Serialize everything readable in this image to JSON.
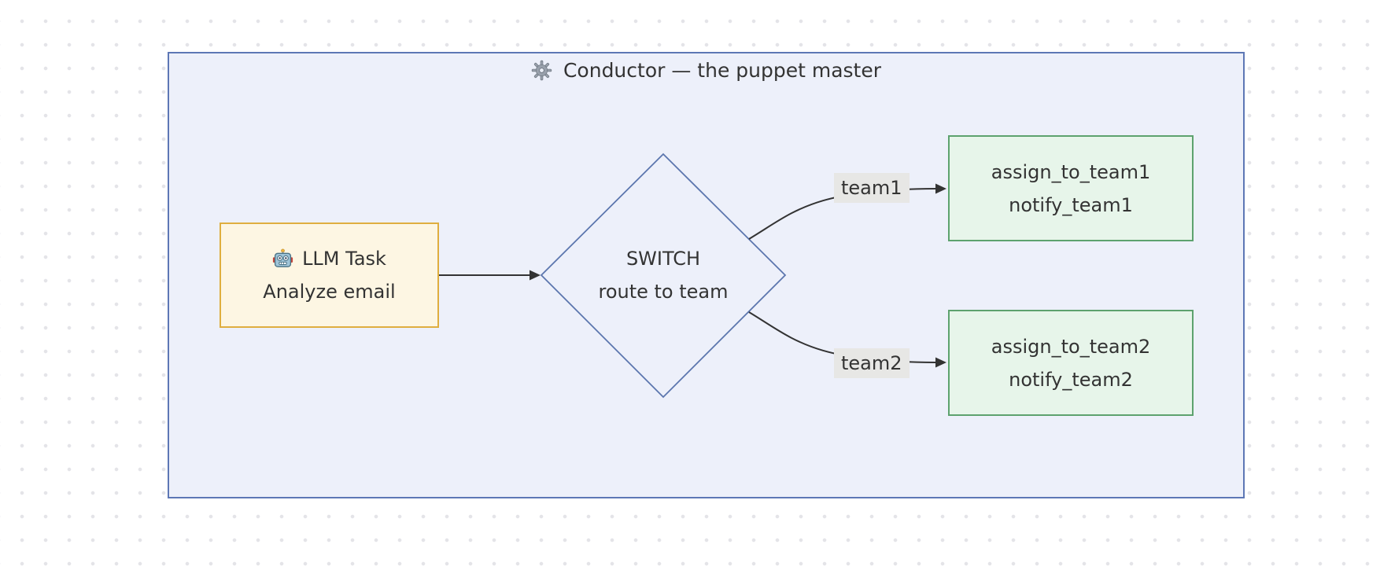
{
  "diagram": {
    "title": {
      "icon": "gear-icon",
      "text": "Conductor — the puppet master"
    },
    "nodes": {
      "llm": {
        "icon": "robot-icon",
        "line1": "LLM Task",
        "line2": "Analyze email"
      },
      "switch": {
        "line1": "SWITCH",
        "line2": "route to team"
      },
      "team1": {
        "line1": "assign_to_team1",
        "line2": "notify_team1"
      },
      "team2": {
        "line1": "assign_to_team2",
        "line2": "notify_team2"
      }
    },
    "edge_labels": {
      "team1": "team1",
      "team2": "team2"
    },
    "colors": {
      "container_fill": "#edf0fa",
      "container_border": "#5d77b5",
      "llm_fill": "#fdf6e3",
      "llm_border": "#dfae3f",
      "switch_fill": "#edf0fa",
      "switch_border": "#5c76ae",
      "team_fill": "#e7f5ea",
      "team_border": "#5da26e",
      "edge": "#333333",
      "edge_label_bg": "#e7e7e5",
      "text": "#333333",
      "dot_grid": "#e4e4e8"
    }
  }
}
